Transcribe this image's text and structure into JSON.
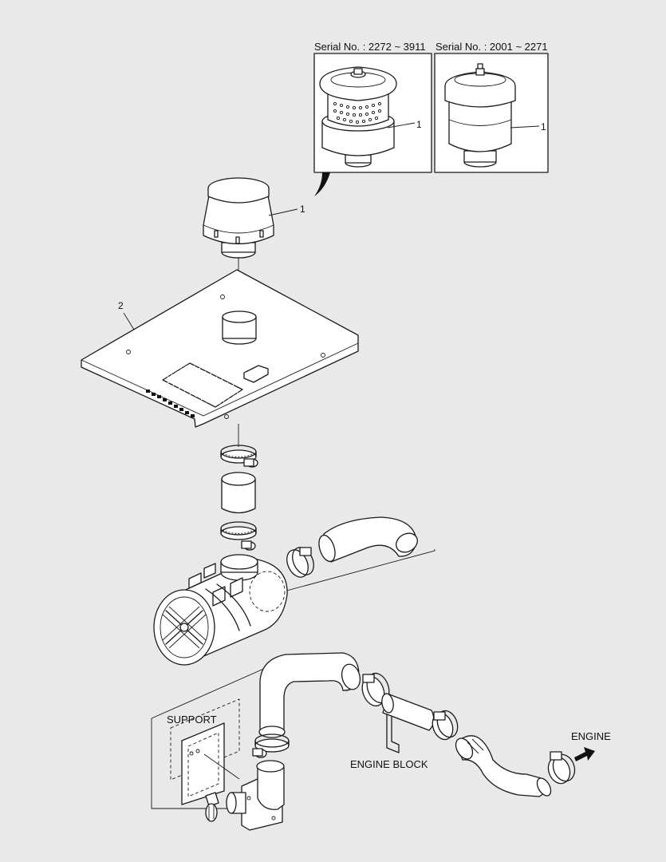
{
  "inset_left": {
    "serial_label": "Serial No. : 2272 ~ 3911",
    "callout": "1"
  },
  "inset_right": {
    "serial_label": "Serial No. : 2001 ~ 2271",
    "callout": "1"
  },
  "callouts": {
    "precleaner": "1",
    "plate": "2"
  },
  "labels": {
    "support": "SUPPORT",
    "engine_block": "ENGINE BLOCK",
    "engine": "ENGINE"
  }
}
